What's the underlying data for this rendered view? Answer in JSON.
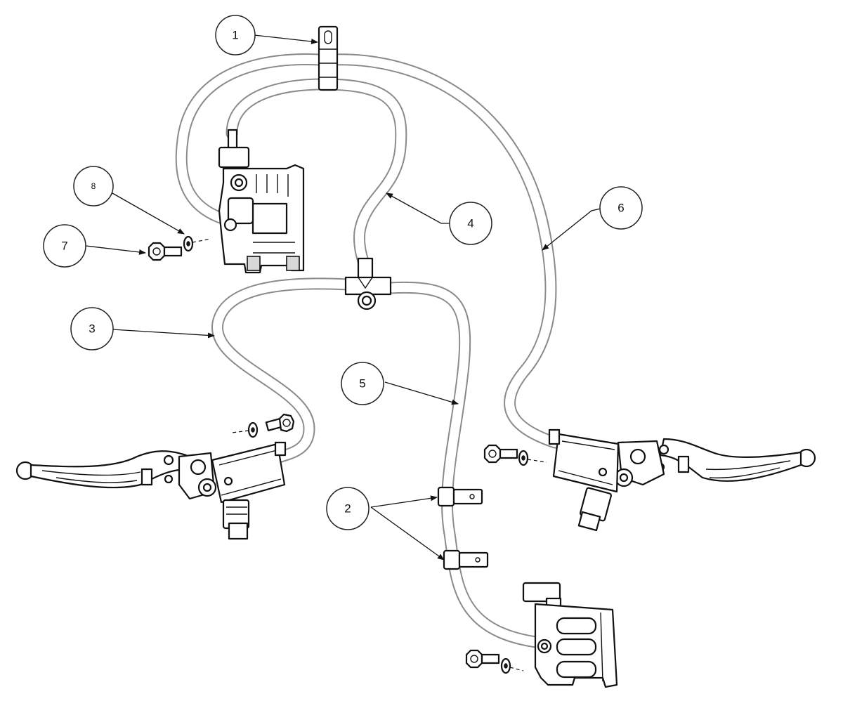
{
  "callouts": [
    {
      "id": "c1",
      "label": "1"
    },
    {
      "id": "c2",
      "label": "2"
    },
    {
      "id": "c3",
      "label": "3"
    },
    {
      "id": "c4",
      "label": "4"
    },
    {
      "id": "c5",
      "label": "5"
    },
    {
      "id": "c6",
      "label": "6"
    },
    {
      "id": "c7",
      "label": "7"
    },
    {
      "id": "c8",
      "label": "8"
    }
  ],
  "colors": {
    "line": "#111111",
    "hose_outline": "#8a8a8a",
    "background": "#ffffff"
  },
  "icons": [
    "hose-clamp-icon",
    "brake-hose-icon",
    "brake-caliper-icon",
    "master-cylinder-icon",
    "brake-lever-icon",
    "tee-junction-icon",
    "bolt-icon",
    "washer-icon",
    "hose-bracket-icon"
  ]
}
